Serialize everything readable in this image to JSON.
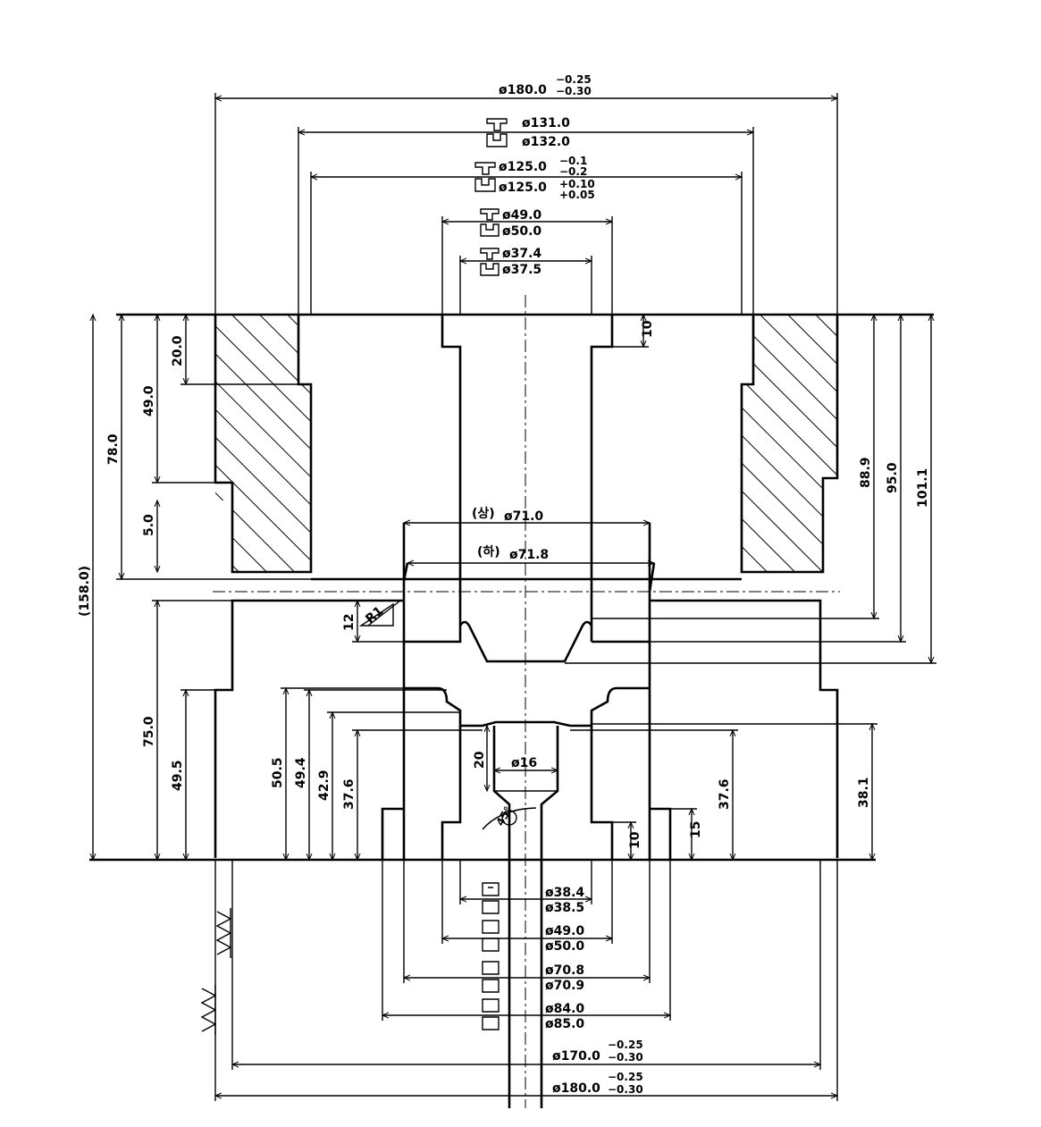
{
  "top_dims": {
    "outer_dia": "ø180.0",
    "outer_dia_tol_upper": "−0.25",
    "outer_dia_tol_lower": "−0.30",
    "d131": "ø131.0",
    "d132": "ø132.0",
    "d125a": "ø125.0",
    "d125a_tol_upper": "−0.1",
    "d125a_tol_lower": "−0.2",
    "d125b": "ø125.0",
    "d125b_tol_upper": "+0.10",
    "d125b_tol_lower": "+0.05",
    "d49": "ø49.0",
    "d50": "ø50.0",
    "d374": "ø37.4",
    "d375": "ø37.5"
  },
  "left_dims": {
    "d20": "20.0",
    "d49": "49.0",
    "d78": "78.0",
    "d5": "5.0",
    "d158": "(158.0)",
    "d75": "75.0",
    "d495": "49.5",
    "d505": "50.5",
    "d494": "49.4",
    "d429": "42.9",
    "d376": "37.6",
    "d12": "12",
    "r1": "R1"
  },
  "right_dims": {
    "d10": "10",
    "d889": "88.9",
    "d95": "95.0",
    "d1011": "101.1",
    "d381": "38.1",
    "d376": "37.6",
    "d15": "15",
    "d10b": "10"
  },
  "center_dims": {
    "d710_mark": "(상)",
    "d710": "ø71.0",
    "d718_mark": "(하)",
    "d718": "ø71.8",
    "d20": "20",
    "d16": "ø16",
    "angle": "45°"
  },
  "bottom_dims": {
    "d384": "ø38.4",
    "d385": "ø38.5",
    "d490": "ø49.0",
    "d500": "ø50.0",
    "d708": "ø70.8",
    "d709": "ø70.9",
    "d840": "ø84.0",
    "d850": "ø85.0",
    "d170": "ø170.0",
    "d170_tol_upper": "−0.25",
    "d170_tol_lower": "−0.30",
    "d180": "ø180.0",
    "d180_tol_upper": "−0.25",
    "d180_tol_lower": "−0.30"
  }
}
